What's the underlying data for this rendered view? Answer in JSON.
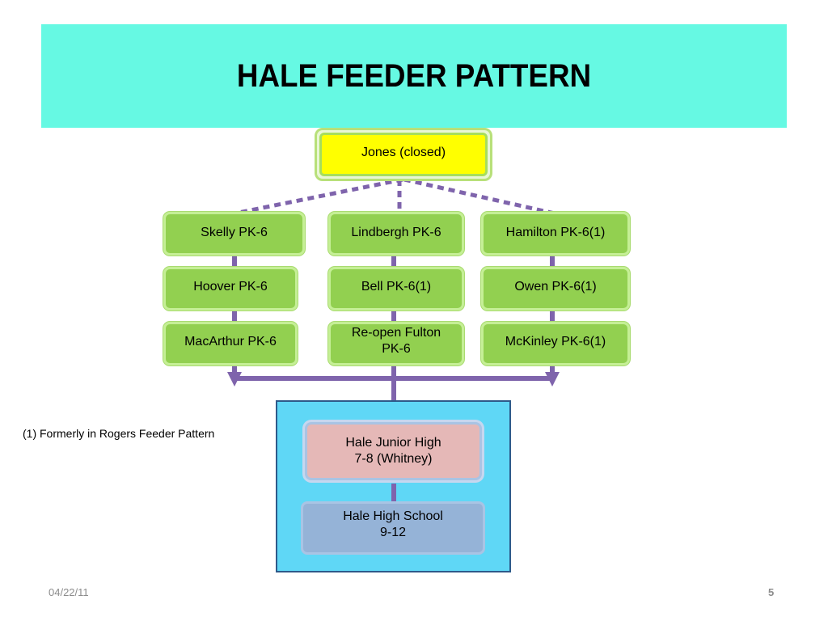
{
  "slide": {
    "title": "HALE FEEDER PATTERN",
    "footnote": "(1) Formerly in Rogers Feeder Pattern",
    "date": "04/22/11",
    "page_number": "5"
  },
  "diagram": {
    "top_node": "Jones  (closed)",
    "columns": [
      {
        "schools": [
          "Skelly PK-6",
          "Hoover PK-6",
          "MacArthur PK-6"
        ]
      },
      {
        "schools": [
          "Lindbergh PK-6",
          "Bell PK-6(1)",
          "Re-open Fulton PK-6"
        ]
      },
      {
        "schools": [
          "Hamilton PK-6(1)",
          "Owen PK-6(1)",
          "McKinley PK-6(1)"
        ]
      }
    ],
    "junior_high": {
      "line1": "Hale Junior High",
      "line2": "7-8 (Whitney)"
    },
    "high_school": {
      "line1": "Hale High School",
      "line2": "9-12"
    }
  },
  "colors": {
    "title_bar": "#66f9e3",
    "elementary_fill": "#92d050",
    "top_node_fill": "#ffff00",
    "connector": "#7f64ac",
    "panel_fill": "#5fd7f6",
    "junior_high_fill": "#e5b8b7",
    "high_school_fill": "#95b3d7"
  }
}
